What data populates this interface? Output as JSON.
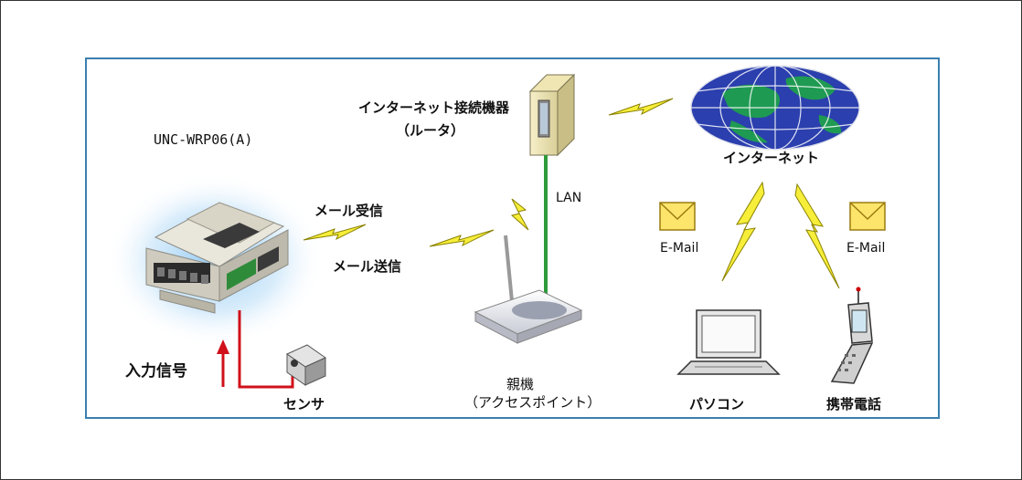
{
  "device_model": "UNC-WRP06(A)",
  "router_label": "インターネット接続機器",
  "router_sublabel": "（ルータ）",
  "internet_label": "インターネット",
  "lan_label": "LAN",
  "mail_receive": "メール受信",
  "mail_send": "メール送信",
  "email_left": "E-Mail",
  "email_right": "E-Mail",
  "input_signal": "入力信号",
  "sensor_label": "センサ",
  "access_point_label": "親機",
  "access_point_sublabel": "（アクセスポイント）",
  "pc_label": "パソコン",
  "phone_label": "携帯電話",
  "colors": {
    "frame": "#3a7fb0",
    "lan_cable": "#2e9b3a",
    "signal_wire": "#d0101a",
    "lightning": "#f7ee3a",
    "globe_ocean": "#2b3fae",
    "globe_land": "#1f9a52"
  }
}
